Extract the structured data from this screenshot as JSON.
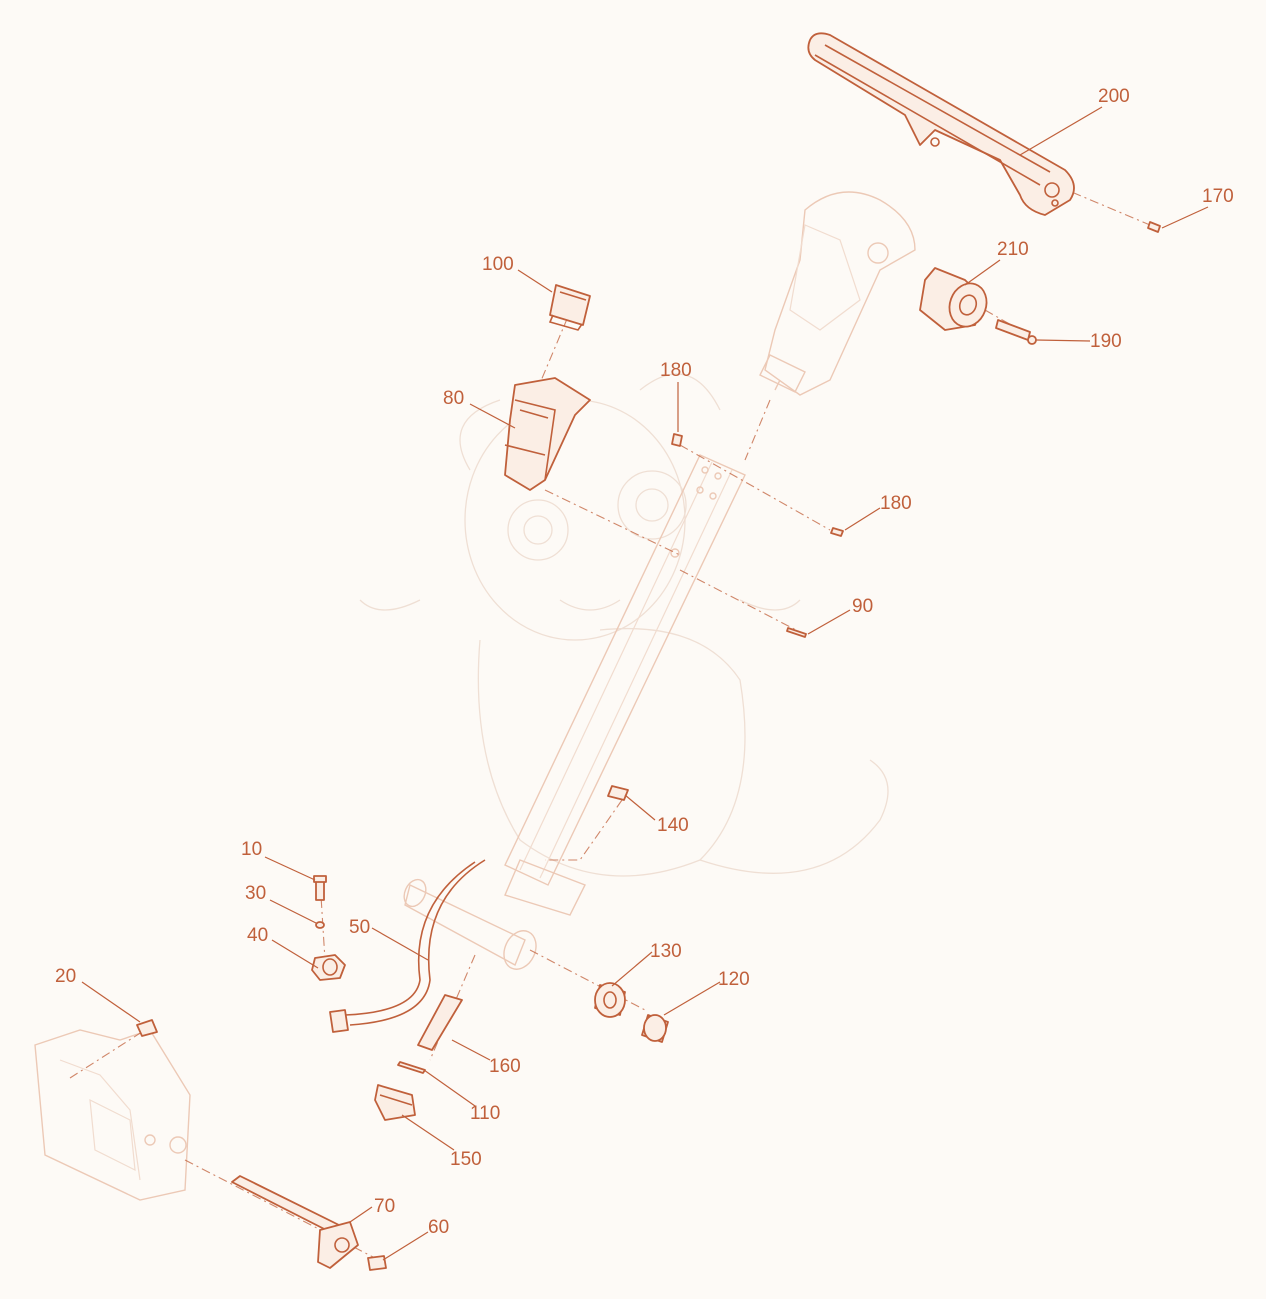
{
  "diagram": {
    "callouts": [
      {
        "id": "c10",
        "text": "10"
      },
      {
        "id": "c20",
        "text": "20"
      },
      {
        "id": "c30",
        "text": "30"
      },
      {
        "id": "c40",
        "text": "40"
      },
      {
        "id": "c50",
        "text": "50"
      },
      {
        "id": "c60",
        "text": "60"
      },
      {
        "id": "c70",
        "text": "70"
      },
      {
        "id": "c80",
        "text": "80"
      },
      {
        "id": "c90",
        "text": "90"
      },
      {
        "id": "c100",
        "text": "100"
      },
      {
        "id": "c110",
        "text": "110"
      },
      {
        "id": "c120",
        "text": "120"
      },
      {
        "id": "c130",
        "text": "130"
      },
      {
        "id": "c140",
        "text": "140"
      },
      {
        "id": "c150",
        "text": "150"
      },
      {
        "id": "c160",
        "text": "160"
      },
      {
        "id": "c170",
        "text": "170"
      },
      {
        "id": "c180a",
        "text": "180"
      },
      {
        "id": "c180b",
        "text": "180"
      },
      {
        "id": "c190",
        "text": "190"
      },
      {
        "id": "c200",
        "text": "200"
      },
      {
        "id": "c210",
        "text": "210"
      }
    ],
    "colors": {
      "accent": "#c0603b",
      "ghost_line": "#ecc9b6",
      "background": "#fdfaf6"
    }
  }
}
